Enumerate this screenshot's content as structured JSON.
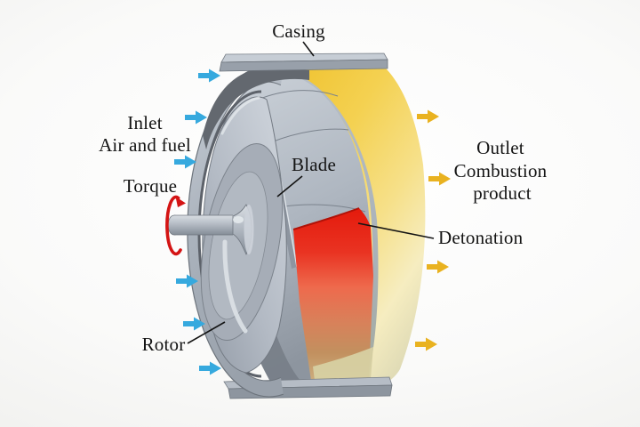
{
  "diagram": {
    "parts": {
      "casing": "Casing",
      "blade": "Blade",
      "detonation": "Detonation",
      "rotor": "Rotor"
    },
    "flows": {
      "inlet": {
        "lines": [
          "Inlet",
          "Air and fuel"
        ],
        "arrow_count": 6,
        "arrow_color": "#36a9de",
        "icon": "right-arrow-icon"
      },
      "outlet": {
        "lines": [
          "Outlet",
          "Combustion",
          "product"
        ],
        "arrow_count": 4,
        "arrow_color": "#e9b220",
        "icon": "right-arrow-icon"
      },
      "torque": {
        "label": "Torque",
        "arrow_color": "#d41414",
        "icon": "rotation-arrow-icon"
      }
    },
    "colors": {
      "casing_yellow": "#f2c72f",
      "casing_yellow_pale": "#f7ecb8",
      "detonation_red": "#e81c0f",
      "combustion_tan": "#c08a5c",
      "metal_light": "#cdd3da",
      "metal_mid": "#a7aeb8",
      "metal_dark": "#636870",
      "label_text": "#141414"
    }
  }
}
